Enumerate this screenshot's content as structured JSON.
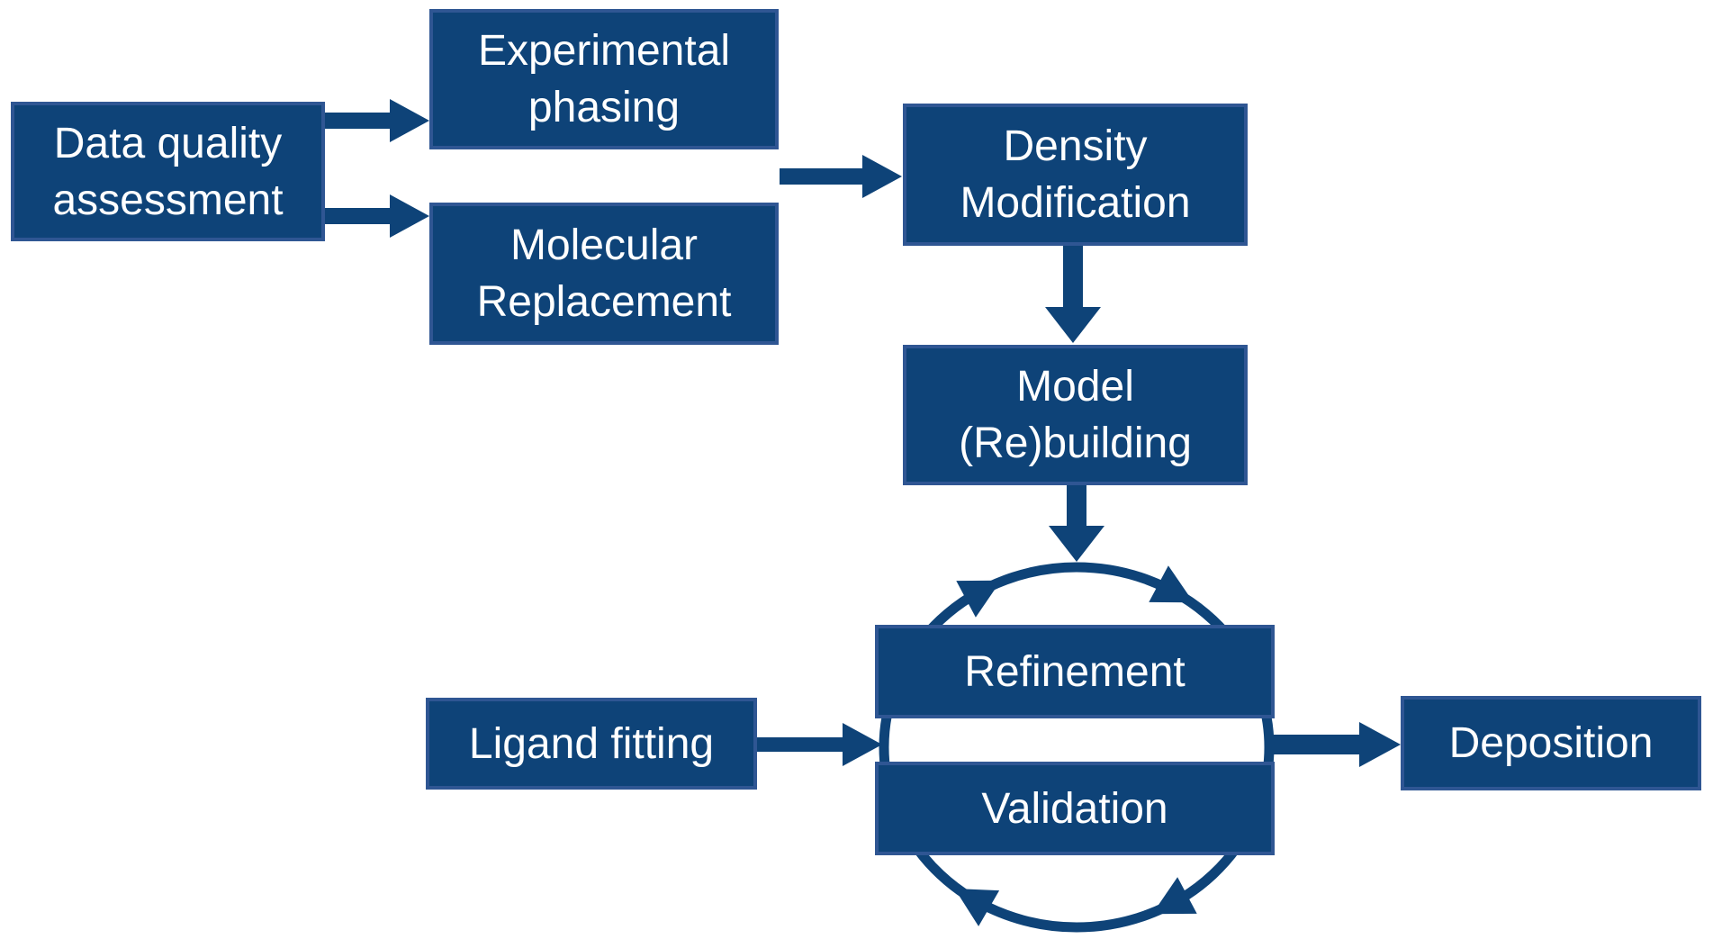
{
  "colors": {
    "box_fill": "#0e4378",
    "box_border": "#2f5693",
    "arrow": "#0e4378",
    "text": "#ffffff",
    "background": "#ffffff"
  },
  "nodes": {
    "data_quality": {
      "line1": "Data quality",
      "line2": "assessment"
    },
    "experimental_phasing": {
      "line1": "Experimental",
      "line2": "phasing"
    },
    "molecular_replacement": {
      "line1": "Molecular",
      "line2": "Replacement"
    },
    "density_modification": {
      "line1": "Density",
      "line2": "Modification"
    },
    "model_rebuilding": {
      "line1": "Model",
      "line2": "(Re)building"
    },
    "refinement": {
      "line1": "Refinement"
    },
    "validation": {
      "line1": "Validation"
    },
    "ligand_fitting": {
      "line1": "Ligand fitting"
    },
    "deposition": {
      "line1": "Deposition"
    }
  },
  "edges": [
    {
      "from": "data_quality",
      "to": "experimental_phasing",
      "direction": "right"
    },
    {
      "from": "data_quality",
      "to": "molecular_replacement",
      "direction": "right"
    },
    {
      "from": "experimental_phasing / molecular_replacement",
      "to": "density_modification",
      "direction": "right"
    },
    {
      "from": "density_modification",
      "to": "model_rebuilding",
      "direction": "down"
    },
    {
      "from": "model_rebuilding",
      "to": "refinement_validation_cycle",
      "direction": "down"
    },
    {
      "from": "ligand_fitting",
      "to": "refinement_validation_cycle",
      "direction": "right"
    },
    {
      "from": "refinement_validation_cycle",
      "to": "deposition",
      "direction": "right"
    },
    {
      "cycle": "refinement_validation_cycle",
      "members": [
        "refinement",
        "validation"
      ],
      "rotation": "clockwise"
    }
  ]
}
